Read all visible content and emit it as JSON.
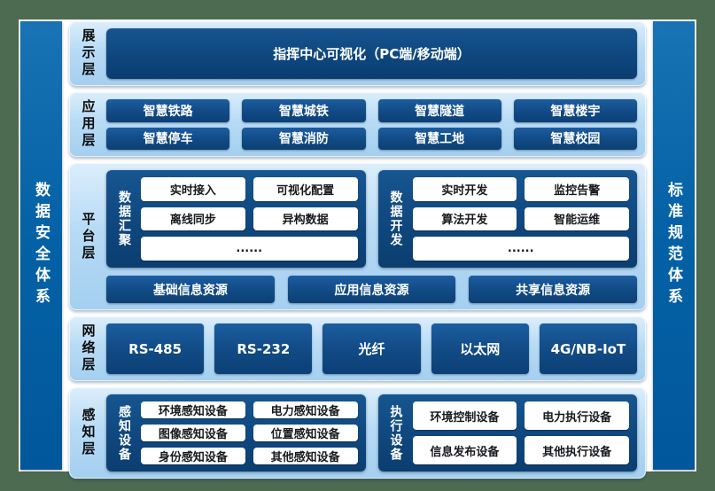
{
  "colors": {
    "background_green": "#4d6b51",
    "canvas_white": "#ffffff",
    "band_light_blue": "#b7dbf6",
    "pillar_blue": "#0562a6",
    "box_navy": "#114a84",
    "box_text_white": "#ffffff",
    "item_text_dark": "#17191d"
  },
  "pillars": {
    "left": "数据安全体系",
    "right": "标准规范体系"
  },
  "layers": {
    "display": {
      "name": "展示层",
      "item": "指挥中心可视化（PC端/移动端）"
    },
    "application": {
      "name": "应用层",
      "items": [
        "智慧铁路",
        "智慧城铁",
        "智慧隧道",
        "智慧楼宇",
        "智慧停车",
        "智慧消防",
        "智慧工地",
        "智慧校园"
      ]
    },
    "platform": {
      "name": "平台层",
      "panels": [
        {
          "label": "数据汇聚",
          "items": [
            "实时接入",
            "可视化配置",
            "离线同步",
            "异构数据"
          ],
          "more": "......"
        },
        {
          "label": "数据开发",
          "items": [
            "实时开发",
            "监控告警",
            "算法开发",
            "智能运维"
          ],
          "more": "......"
        }
      ],
      "resources": [
        "基础信息资源",
        "应用信息资源",
        "共享信息资源"
      ]
    },
    "network": {
      "name": "网络层",
      "items": [
        "RS-485",
        "RS-232",
        "光纤",
        "以太网",
        "4G/NB-IoT"
      ]
    },
    "perception": {
      "name": "感知层",
      "panels": [
        {
          "label": "感知设备",
          "items": [
            "环境感知设备",
            "电力感知设备",
            "图像感知设备",
            "位置感知设备",
            "身份感知设备",
            "其他感知设备"
          ]
        },
        {
          "label": "执行设备",
          "items": [
            "环境控制设备",
            "电力执行设备",
            "信息发布设备",
            "其他执行设备"
          ]
        }
      ]
    }
  }
}
